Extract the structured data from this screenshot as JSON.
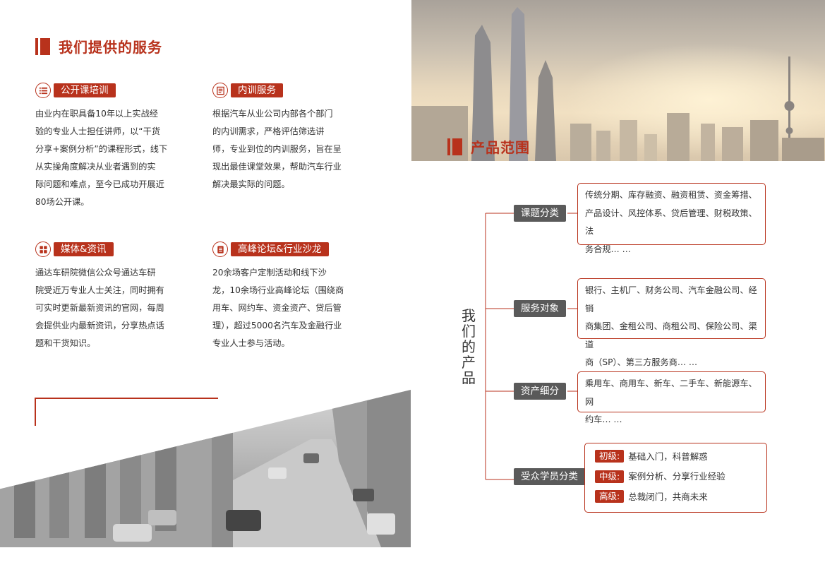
{
  "services": {
    "title": "我们提供的服务",
    "items": [
      {
        "tag": "公开课培训",
        "icon": "list-icon",
        "lines": [
          "由业内在职具备10年以上实战经",
          "验的专业人士担任讲师，以“干货",
          "分享+案例分析”的课程形式，线下",
          "从实操角度解决从业者遇到的实",
          "际问题和难点，至今已成功开展近",
          "80场公开课。"
        ]
      },
      {
        "tag": "内训服务",
        "icon": "document-icon",
        "lines": [
          "根据汽车从业公司内部各个部门",
          "的内训需求，严格评估筛选讲",
          "师，专业到位的内训服务，旨在呈",
          "现出最佳课堂效果，帮助汽车行业",
          "解决最实际的问题。"
        ]
      },
      {
        "tag": "媒体&资讯",
        "icon": "grid-icon",
        "lines": [
          "通达车研院微信公众号通达车研",
          "院受近万专业人士关注，同时拥有",
          "可实时更新最新资讯的官网，每周",
          "会提供业内最新资讯，分享热点话",
          "题和干货知识。"
        ]
      },
      {
        "tag": "高峰论坛&行业沙龙",
        "icon": "book-icon",
        "lines": [
          "20余场客户定制活动和线下沙",
          "龙，10余场行业高峰论坛（围绕商",
          "用车、网约车、资金资产、贷后管",
          "理），超过5000名汽车及金融行业",
          "专业人士参与活动。"
        ]
      }
    ]
  },
  "products": {
    "title": "产品范围",
    "vertical_title": [
      "我",
      "们",
      "的",
      "产",
      "品"
    ],
    "categories": [
      {
        "label": "课题分类",
        "lines": [
          "传统分期、库存融资、融资租赁、资金筹措、",
          "产品设计、风控体系、贷后管理、财税政策、法",
          "务合规… …"
        ]
      },
      {
        "label": "服务对象",
        "lines": [
          "银行、主机厂、财务公司、汽车金融公司、经销",
          "商集团、金租公司、商租公司、保险公司、渠道",
          "商（SP）、第三方服务商… …"
        ]
      },
      {
        "label": "资产细分",
        "lines": [
          "乘用车、商用车、新车、二手车、新能源车、网",
          "约车… …"
        ]
      },
      {
        "label": "受众学员分类",
        "levels": [
          {
            "tag": "初级:",
            "text": "基础入门，科普解惑"
          },
          {
            "tag": "中级:",
            "text": "案例分析、分享行业经验"
          },
          {
            "tag": "高级:",
            "text": "总裁闭门，共商未来"
          }
        ]
      }
    ]
  },
  "colors": {
    "accent": "#b8321c",
    "category_bg": "#5a5a5a"
  }
}
